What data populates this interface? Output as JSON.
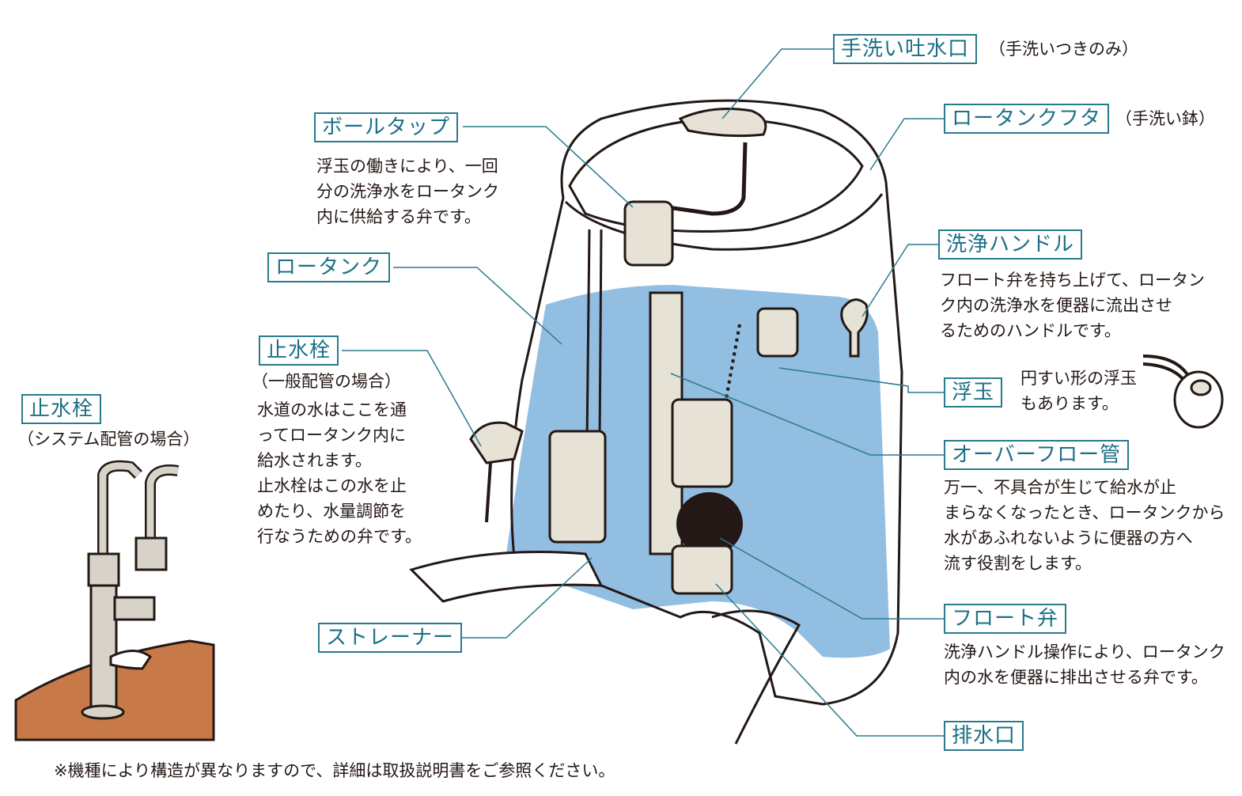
{
  "colors": {
    "label_border": "#2a7a8e",
    "label_text": "#1d6f86",
    "water": "#7fb3dd",
    "leader_line": "#2a7a8e",
    "floor": "#c77a48"
  },
  "labels": {
    "hand_wash_spout": "手洗い吐水口",
    "low_tank_lid": "ロータンクフタ",
    "ball_tap": "ボールタップ",
    "low_tank": "ロータンク",
    "stop_valve": "止水栓",
    "stop_valve_system": "止水栓",
    "flush_handle": "洗浄ハンドル",
    "float_ball": "浮玉",
    "overflow_pipe": "オーバーフロー管",
    "strainer": "ストレーナー",
    "flapper_valve": "フロート弁",
    "drain_outlet": "排水口"
  },
  "asides": {
    "hand_wash_spout": "（手洗いつきのみ）",
    "low_tank_lid": "（手洗い鉢）",
    "stop_valve_general": "（一般配管の場合）",
    "stop_valve_system": "（システム配管の場合）"
  },
  "descriptions": {
    "ball_tap": "浮玉の働きにより、一回\n分の洗浄水をロータンク\n内に供給する弁です。",
    "stop_valve": "水道の水はここを通\nってロータンク内に\n給水されます。\n止水栓はこの水を止\nめたり、水量調節を\n行なうための弁です。",
    "flush_handle": "フロート弁を持ち上げて、ロータン\nク内の洗浄水を便器に流出させ\nるためのハンドルです。",
    "float_ball": "円すい形の浮玉\nもあります。",
    "overflow_pipe": "万一、不具合が生じて給水が止\nまらなくなったとき、ロータンクから\n水があふれないように便器の方へ\n流す役割をします。",
    "flapper_valve": "洗浄ハンドル操作により、ロータンク\n内の水を便器に排出させる弁です。"
  },
  "footnote": "※機種により構造が異なりますので、詳細は取扱説明書をご参照ください。"
}
